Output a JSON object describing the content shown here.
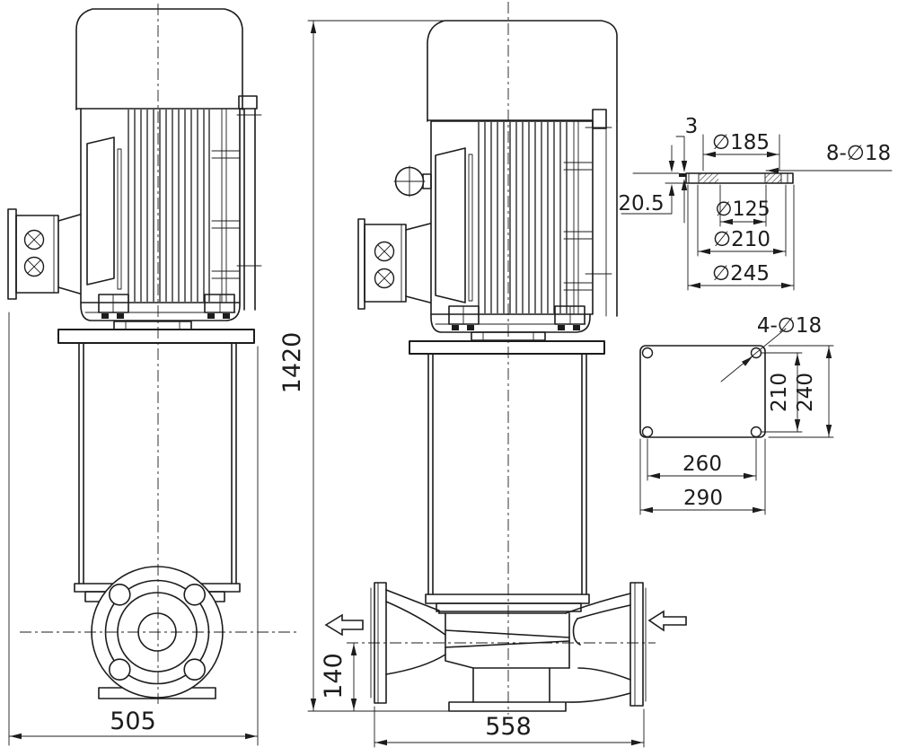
{
  "drawing": {
    "background": "#ffffff",
    "line_color": "#1c1c1c",
    "front_view": {
      "overall_width": "505"
    },
    "side_view": {
      "overall_height": "1420",
      "port_center_height": "140",
      "base_length": "558"
    },
    "flange_detail": {
      "raised_face_height": "3",
      "flange_thickness": "20.5",
      "raised_face_diameter": "∅185",
      "bolt_holes": "8-∅18",
      "bore_diameter": "∅125",
      "bolt_circle_diameter": "∅210",
      "outer_diameter": "∅245"
    },
    "base_plate_detail": {
      "anchor_holes": "4-∅18",
      "hole_pitch_depth": "210",
      "plate_depth": "240",
      "hole_pitch_width": "260",
      "plate_width": "290"
    }
  }
}
